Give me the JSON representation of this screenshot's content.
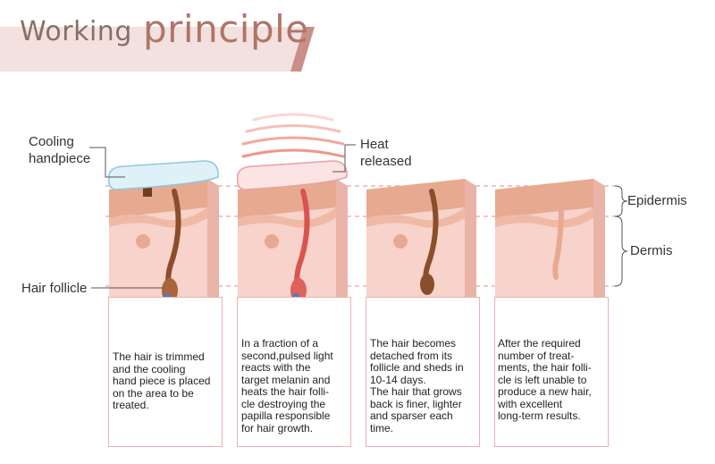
{
  "title": {
    "prefix": "Working",
    "main": "principle"
  },
  "labels": {
    "cooling_handpiece": "Cooling\nhandpiece",
    "heat_released": "Heat\nreleased",
    "hair_follicle": "Hair follicle",
    "epidermis": "Epidermis",
    "dermis": "Dermis"
  },
  "steps": [
    {
      "text": "The hair is trimmed\nand the cooling\nhand piece is placed\non the area to be\ntreated."
    },
    {
      "text": "In a fraction of a\nsecond,pulsed light\nreacts with the\ntarget melanin and\nheats the hair folli-\ncle destroying the\npapilla responsible\nfor hair growth."
    },
    {
      "text": "The hair becomes\ndetached from its\nfollicle and sheds in\n10-14 days.\nThe hair that grows\nback is finer, lighter\nand sparser each\ntime."
    },
    {
      "text": "After the required\nnumber of treat-\nments, the hair folli-\ncle is left unable to\nproduce a new hair,\nwith excellent\nlong-term results."
    }
  ],
  "colors": {
    "title_band": "#f0dedd",
    "skin": "#f3c9c0",
    "epidermis": "#e8a991",
    "hair": "#8a4e2c",
    "hair_heated": "#d9534f",
    "box_border": "#e8b2b4"
  }
}
